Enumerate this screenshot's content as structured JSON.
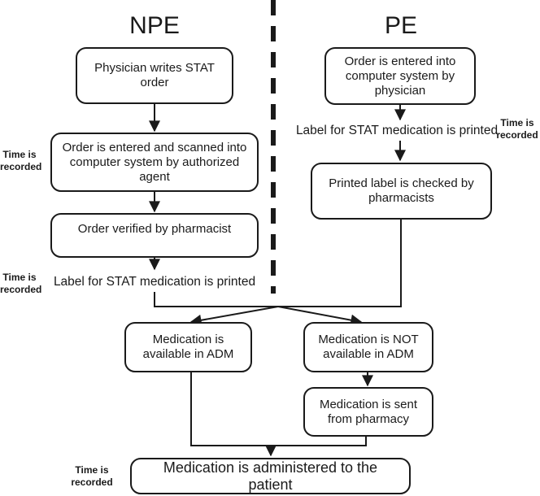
{
  "columns": {
    "npe_title": "NPE",
    "pe_title": "PE"
  },
  "npe": {
    "write_order": "Physician writes STAT order",
    "enter_scan": "Order is entered and scanned into computer system by authorized agent",
    "verify": "Order verified by pharmacist",
    "label_printed": "Label for STAT medication is printed"
  },
  "pe": {
    "enter_order": "Order is entered into computer system by physician",
    "label_printed": "Label for STAT medication is printed",
    "label_checked": "Printed label is checked by pharmacists"
  },
  "merge": {
    "available": "Medication is available in ADM",
    "not_available": "Medication is NOT available in ADM",
    "sent_pharmacy": "Medication is sent from pharmacy",
    "administered": "Medication is administered to the patient"
  },
  "annotations": {
    "time_recorded": "Time is\nrecorded"
  },
  "style": {
    "ink_color": "#1a1a1a",
    "background_color": "#ffffff"
  }
}
